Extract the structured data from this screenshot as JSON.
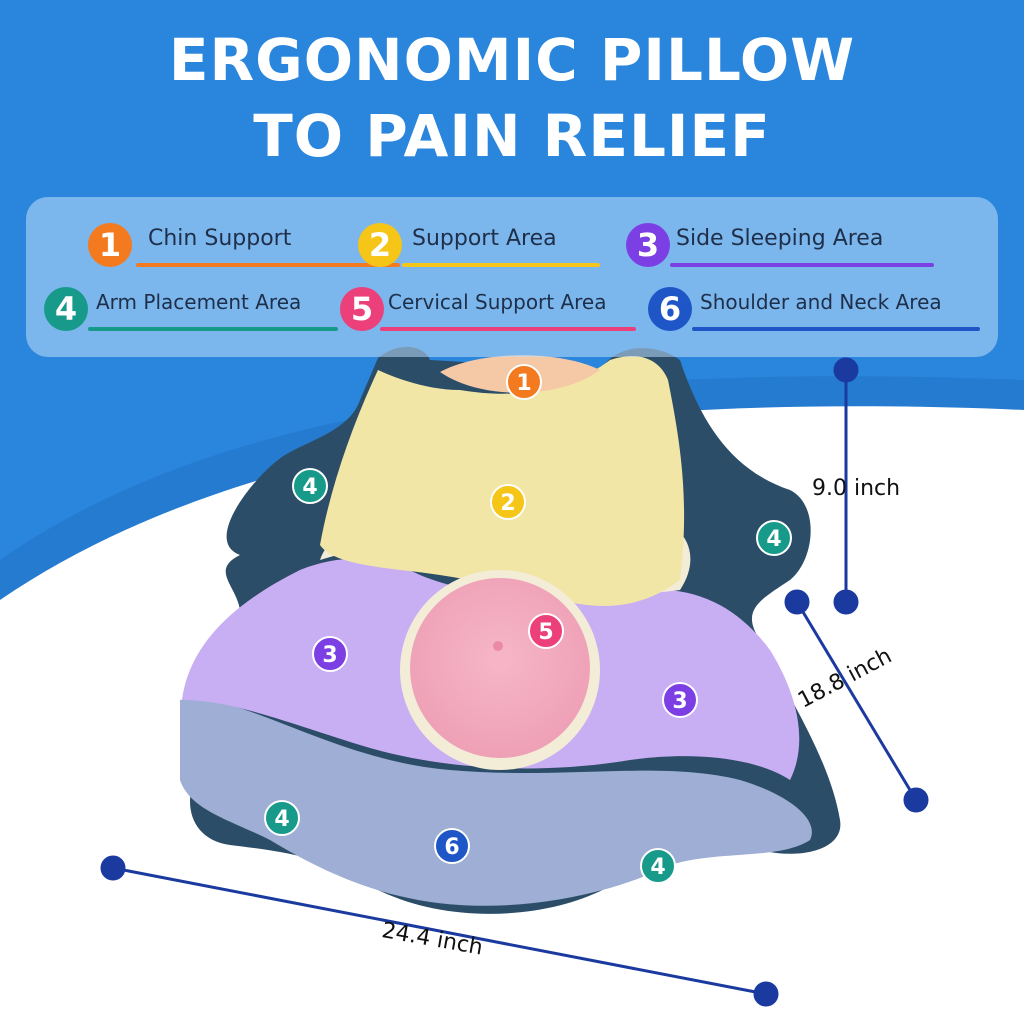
{
  "title": {
    "line1": "ERGONOMIC PILLOW",
    "line2": "TO PAIN RELIEF"
  },
  "colors": {
    "background": "#2a85dc",
    "zone1": "#f47a1f",
    "zone2": "#f5c518",
    "zone3": "#7b3fe4",
    "zone4": "#179a8a",
    "zone5": "#ec407a",
    "zone6": "#1e56c8",
    "dimension_line": "#1a3aa0"
  },
  "legend": [
    {
      "num": "1",
      "label": "Chin Support",
      "color": "#f47a1f"
    },
    {
      "num": "2",
      "label": "Support Area",
      "color": "#f5c518"
    },
    {
      "num": "3",
      "label": "Side Sleeping Area",
      "color": "#7b3fe4"
    },
    {
      "num": "4",
      "label": "Arm Placement Area",
      "color": "#179a8a"
    },
    {
      "num": "5",
      "label": "Cervical Support Area",
      "color": "#ec407a"
    },
    {
      "num": "6",
      "label": "Shoulder and Neck Area",
      "color": "#1e56c8"
    }
  ],
  "markers": [
    {
      "num": "1"
    },
    {
      "num": "2"
    },
    {
      "num": "3"
    },
    {
      "num": "3"
    },
    {
      "num": "4"
    },
    {
      "num": "4"
    },
    {
      "num": "4"
    },
    {
      "num": "4"
    },
    {
      "num": "5"
    },
    {
      "num": "6"
    }
  ],
  "dimensions": {
    "height": "9.0 inch",
    "depth": "18.8 inch",
    "width": "24.4 inch"
  }
}
